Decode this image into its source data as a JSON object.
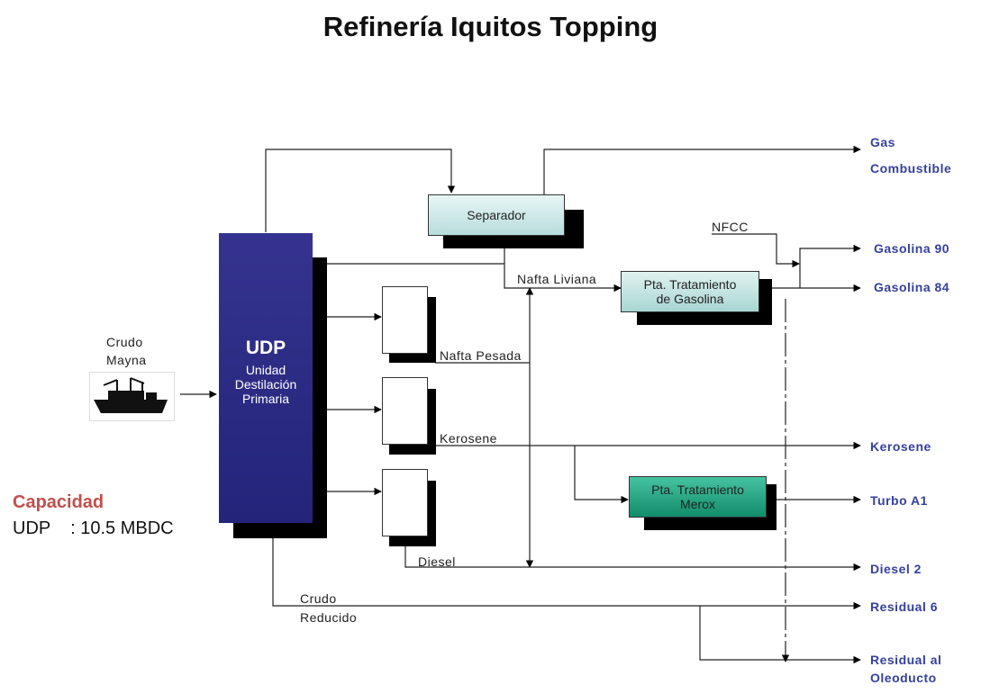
{
  "title": "Refinería Iquitos Topping",
  "feed": {
    "line1": "Crudo",
    "line2": "Mayna"
  },
  "udp": {
    "heading": "UDP",
    "line1": "Unidad",
    "line2": "Destilación",
    "line3": "Primaria"
  },
  "units": {
    "separador": "Separador",
    "gasoline_treatment": {
      "line1": "Pta. Tratamiento",
      "line2": "de Gasolina"
    },
    "merox_treatment": {
      "line1": "Pta. Tratamiento",
      "line2": "Merox"
    }
  },
  "streams": {
    "nafta_liviana": "Nafta Liviana",
    "nafta_pesada": "Nafta Pesada",
    "kerosene": "Kerosene",
    "diesel": "Diesel",
    "nfcc": "NFCC",
    "crudo_reducido": {
      "line1": "Crudo",
      "line2": "Reducido"
    }
  },
  "products": {
    "gas": {
      "line1": "Gas",
      "line2": "Combustible"
    },
    "gasolina90": "Gasolina 90",
    "gasolina84": "Gasolina 84",
    "kerosene": "Kerosene",
    "turbo": "Turbo A1",
    "diesel2": "Diesel 2",
    "residual6": "Residual 6",
    "residual_oleoducto": {
      "line1": "Residual al",
      "line2": "Oleoducto"
    }
  },
  "capacity": {
    "title": "Capacidad",
    "line": "UDP    : 10.5 MBDC"
  },
  "colors": {
    "udp": "#2b2a85",
    "separador": "#cfe9ea",
    "gasoline_treatment": "#bfe0de",
    "merox": "#1a9e7a",
    "product_text": "#3540a0",
    "capacity_title": "#c0504d"
  }
}
